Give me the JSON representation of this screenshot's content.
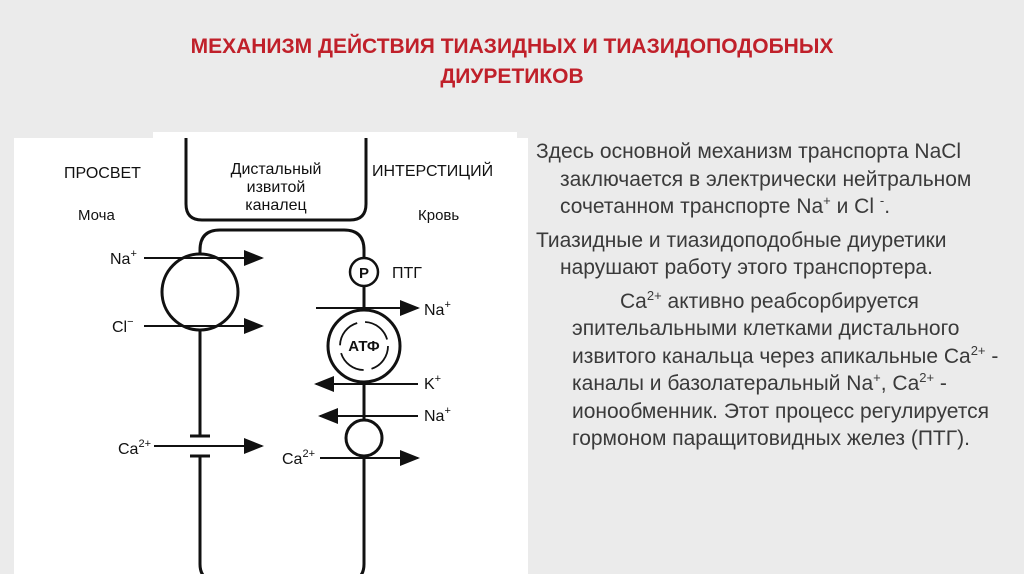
{
  "title": {
    "line1": "МЕХАНИЗМ ДЕЙСТВИЯ ТИАЗИДНЫХ И ТИАЗИДОПОДОБНЫХ",
    "line2": "ДИУРЕТИКОВ"
  },
  "figure": {
    "lumen": "ПРОСВЕТ",
    "urine": "Моча",
    "tubule_line1": "Дистальный",
    "tubule_line2": "извитой",
    "tubule_line3": "каналец",
    "interstitium": "ИНТЕРСТИЦИЙ",
    "blood": "Кровь",
    "na_left": "Na",
    "na_left_charge": "+",
    "cl_left": "Cl",
    "cl_left_charge": "−",
    "ca_left": "Ca",
    "ca_left_charge": "2+",
    "p_marker": "P",
    "pth": "ПТГ",
    "atp": "АТФ",
    "na_right1": "Na",
    "na_right1_charge": "+",
    "k_right": "K",
    "k_right_charge": "+",
    "na_right2": "Na",
    "na_right2_charge": "+",
    "ca_right": "Ca",
    "ca_right_charge": "2+"
  },
  "text": {
    "p1_a": "Здесь основной механизм транспорта NaCl заключается в электрически нейтральном сочетанном транспорте  Na",
    "p1_sup1": "+",
    "p1_b": " и Cl ",
    "p1_sup2": "-",
    "p1_c": ".",
    "p2": "Тиазидные и тиазидоподобные диуретики нарушают работу этого транспортера.",
    "p3_a": "Ca",
    "p3_sup1": "2+",
    "p3_b": " активно реабсорбируется эпительальными клетками дистального извитого канальца через апикальные Ca",
    "p3_sup2": "2+",
    "p3_c": " - каналы и базолатеральный Na",
    "p3_sup3": "+",
    "p3_d": ", Ca",
    "p3_sup4": "2+",
    "p3_e": " - ионообменник. Этот процесс регулируется гормоном паращитовидных желез (ПТГ)."
  }
}
